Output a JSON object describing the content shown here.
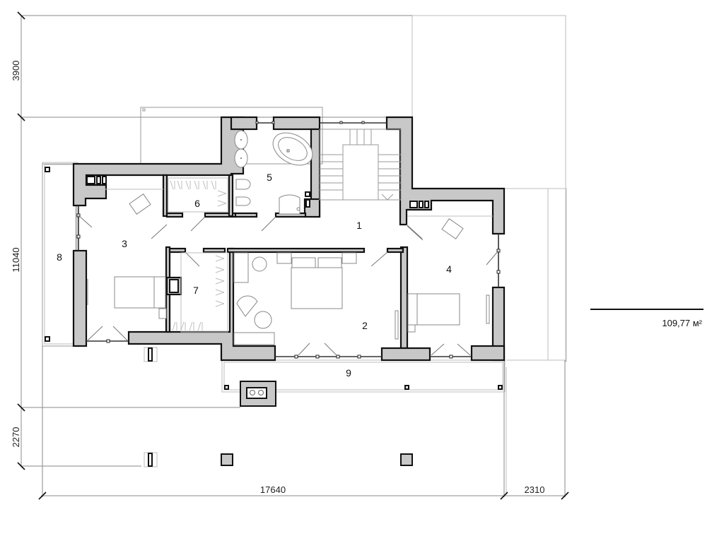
{
  "drawing": {
    "type": "floor-plan",
    "floor": "second-floor",
    "area": {
      "value": "109,77 м²"
    },
    "dimensions": {
      "top_vertical": "3900",
      "main_vertical": "11040",
      "bottom_vertical": "2270",
      "horizontal_main": "17640",
      "horizontal_right": "2310"
    },
    "rooms": [
      {
        "number": "1",
        "type": "hall-stair"
      },
      {
        "number": "2",
        "type": "master-bedroom"
      },
      {
        "number": "3",
        "type": "bedroom"
      },
      {
        "number": "4",
        "type": "bedroom"
      },
      {
        "number": "5",
        "type": "bathroom"
      },
      {
        "number": "6",
        "type": "wardrobe"
      },
      {
        "number": "7",
        "type": "wardrobe"
      },
      {
        "number": "8",
        "type": "terrace"
      },
      {
        "number": "9",
        "type": "balcony"
      }
    ],
    "colors": {
      "wall_fill": "#c8c8c8",
      "wall_stroke": "#111111",
      "furniture_stroke": "#888888",
      "dimension_line": "#8a8a8a"
    }
  }
}
